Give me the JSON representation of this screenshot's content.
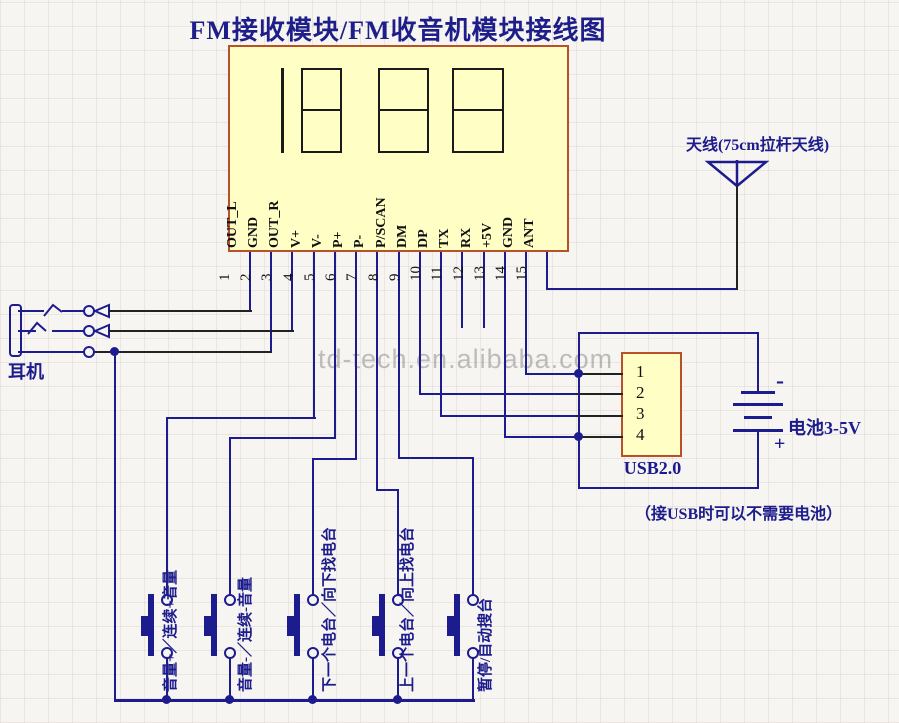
{
  "title": "FM接收模块/FM收音机模块接线图",
  "module": {
    "pin_labels": [
      "OUT_L",
      "GND",
      "OUT_R",
      "V+",
      "V-",
      "P+",
      "P-",
      "P/SCAN",
      "DM",
      "DP",
      "TX",
      "RX",
      "+5V",
      "GND",
      "ANT"
    ],
    "pin_numbers": [
      "1",
      "2",
      "3",
      "4",
      "5",
      "6",
      "7",
      "8",
      "9",
      "10",
      "11",
      "12",
      "13",
      "14",
      "15"
    ]
  },
  "headphone": {
    "label": "耳机"
  },
  "antenna": {
    "label": "天线(75cm拉杆天线)"
  },
  "usb": {
    "label": "USB2.0",
    "pin_numbers": [
      "1",
      "2",
      "3",
      "4"
    ],
    "note": "（接USB时可以不需要电池）"
  },
  "battery": {
    "label": "电池3-5V",
    "minus": "-",
    "plus": "+"
  },
  "buttons": [
    {
      "label": "音量+／连续+音量"
    },
    {
      "label": "音量-／连续-音量"
    },
    {
      "label": "下一个电台／向下找电台"
    },
    {
      "label": "上一个电台／向上找电台"
    },
    {
      "label": "暂停/自动搜台"
    }
  ],
  "watermark": "td-tech.en.alibaba.com",
  "colors": {
    "wire_blue": "#1c1c8f",
    "wire_black": "#222222",
    "module_fill": "#ffffc5",
    "module_border": "#b8502a",
    "text_navy": "#1c1c8c"
  }
}
